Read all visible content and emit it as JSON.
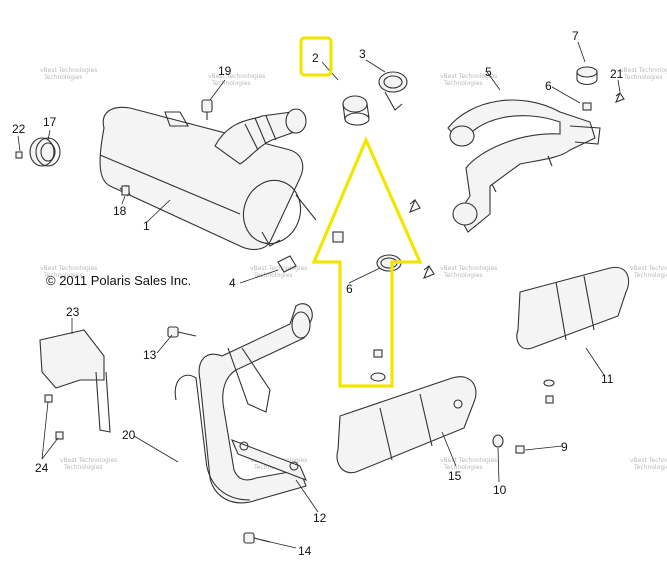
{
  "copyright": "© 2011 Polaris Sales Inc.",
  "highlight": {
    "label": "2",
    "color": "#f2e600"
  },
  "arrow": {
    "color": "#f2e600",
    "direction": "up"
  },
  "watermark": {
    "line1": "vBest",
    "line2": "Technologies"
  },
  "callouts": [
    "1",
    "2",
    "3",
    "4",
    "5",
    "6",
    "6",
    "7",
    "9",
    "10",
    "11",
    "12",
    "13",
    "14",
    "15",
    "17",
    "18",
    "19",
    "20",
    "21",
    "22",
    "23",
    "24"
  ]
}
